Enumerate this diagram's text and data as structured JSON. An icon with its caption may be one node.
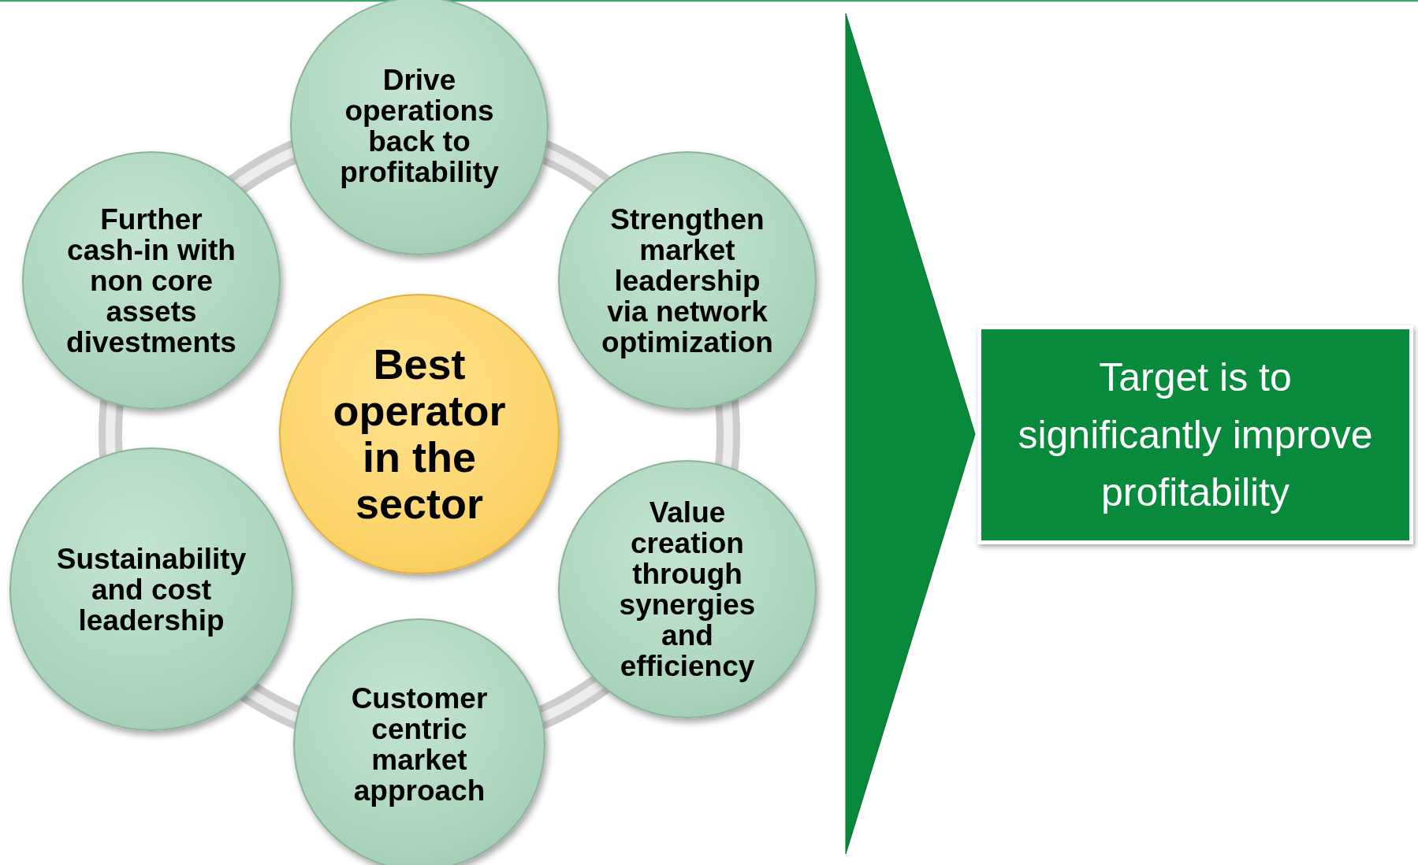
{
  "diagram": {
    "nodes": [
      {
        "text": [
          "Best operator in the sector"
        ]
      },
      {
        "text": [
          "Drive operations back to profitability"
        ]
      },
      {
        "text": [
          "Strengthen market leadership via network optimization"
        ]
      },
      {
        "text": [
          "Value creation through synergies and efficiency"
        ]
      },
      {
        "text": [
          "Customer centric market approach"
        ]
      },
      {
        "text": [
          "Sustainability and cost leadership"
        ]
      },
      {
        "text": [
          "Further cash-in with non core assets divestments"
        ]
      },
      {
        "text": [
          "Target is to significantly improve profitability"
        ]
      }
    ],
    "edges": [
      {
        "from": 1,
        "to": 2,
        "arrow": "none"
      },
      {
        "from": 2,
        "to": 3,
        "arrow": "none"
      },
      {
        "from": 3,
        "to": 4,
        "arrow": "none"
      },
      {
        "from": 4,
        "to": 5,
        "arrow": "none"
      },
      {
        "from": 5,
        "to": 6,
        "arrow": "none"
      },
      {
        "from": 6,
        "to": 1,
        "arrow": "none"
      },
      {
        "from": null,
        "to": 7,
        "arrow": "to",
        "color": "#078a3c"
      }
    ]
  }
}
